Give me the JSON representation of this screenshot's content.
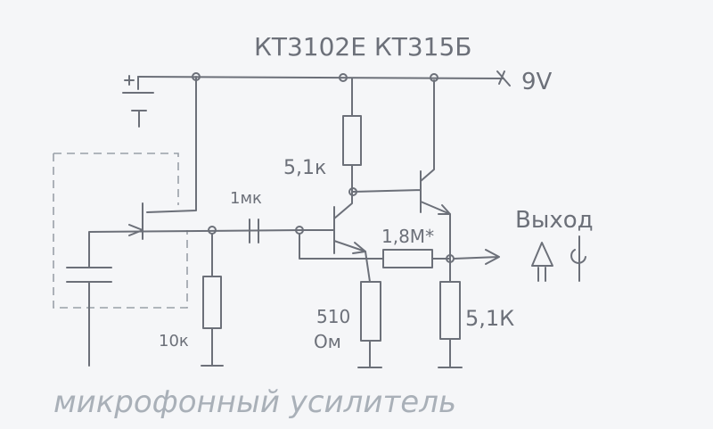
{
  "labels": {
    "transistors": "КТ3102Е КТ315Б",
    "supply": "9V",
    "r_collector": "5,1к",
    "c_coupling": "1мк",
    "r_feedback": "1,8М*",
    "output": "Выход",
    "r_emitter": "510",
    "r_emitter_unit": "Ом",
    "r_output": "5,1К",
    "r_mic": "10к",
    "caption": "микрофонный усилитель"
  }
}
